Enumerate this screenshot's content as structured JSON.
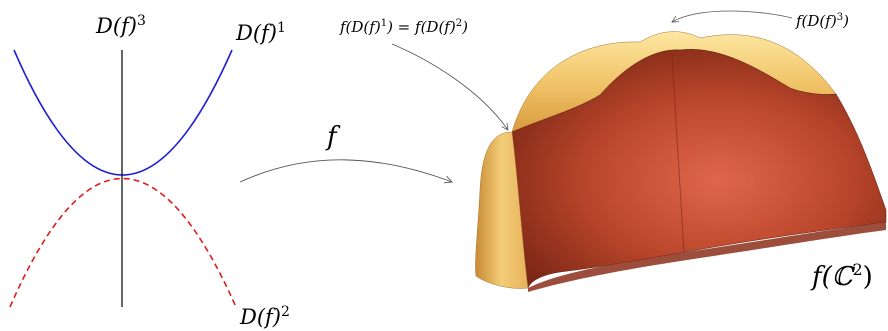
{
  "labels": {
    "d3": {
      "base": "D(f)",
      "sup": "3"
    },
    "d1": {
      "base": "D(f)",
      "sup": "1"
    },
    "d2": {
      "base": "D(f)",
      "sup": "2"
    },
    "map_f": "f",
    "image_label": {
      "base": "f(ℂ",
      "sup": "2",
      "tail": ")"
    },
    "annot_left": {
      "p1": "f(D(f)",
      "s1": "1",
      "p2": ") = f(D(f)",
      "s2": "2",
      "p3": ")"
    },
    "annot_right": {
      "p1": "f(D(f)",
      "s1": "3",
      "p2": ")"
    }
  },
  "colors": {
    "curve_d1": "#1f1fd6",
    "curve_d2": "#e01b1b",
    "axis_d3": "#000000",
    "surface_inner": "#b8452a",
    "surface_rim": "#f1c56a",
    "arrow": "#555555"
  }
}
